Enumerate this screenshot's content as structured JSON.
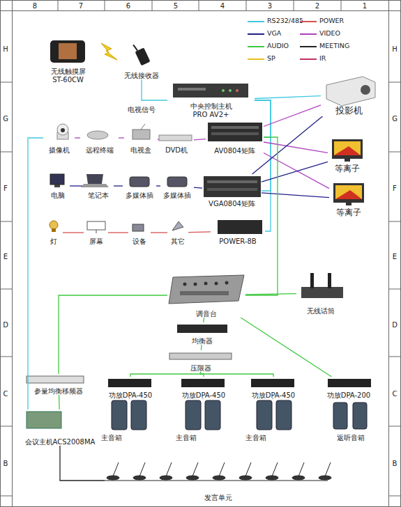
{
  "diagram": {
    "nodes": [
      {
        "text": [
          "无线触摸屏 ST-60CW"
        ]
      },
      {
        "text": [
          "无线接收器"
        ]
      },
      {
        "text": [
          "中央控制主机 PRO AV2+"
        ]
      },
      {
        "text": [
          "投影机"
        ]
      },
      {
        "text": [
          "摄像机"
        ]
      },
      {
        "text": [
          "远程终端"
        ]
      },
      {
        "text": [
          "电视盒"
        ]
      },
      {
        "text": [
          "DVD机"
        ]
      },
      {
        "text": [
          "AV0804矩阵"
        ]
      },
      {
        "text": [
          "等离子"
        ]
      },
      {
        "text": [
          "电脑"
        ]
      },
      {
        "text": [
          "笔记本"
        ]
      },
      {
        "text": [
          "多媒体插"
        ]
      },
      {
        "text": [
          "多媒体插"
        ]
      },
      {
        "text": [
          "VGA0804矩阵"
        ]
      },
      {
        "text": [
          "等离子"
        ]
      },
      {
        "text": [
          "灯"
        ]
      },
      {
        "text": [
          "屏幕"
        ]
      },
      {
        "text": [
          "设备"
        ]
      },
      {
        "text": [
          "其它"
        ]
      },
      {
        "text": [
          "POWER-8B"
        ]
      },
      {
        "text": [
          "调音台"
        ]
      },
      {
        "text": [
          "无线话筒"
        ]
      },
      {
        "text": [
          "均衡器"
        ]
      },
      {
        "text": [
          "压限器"
        ]
      },
      {
        "text": [
          "参量均衡移频器"
        ]
      },
      {
        "text": [
          "功放DPA-450"
        ]
      },
      {
        "text": [
          "功放DPA-450"
        ]
      },
      {
        "text": [
          "功放DPA-450"
        ]
      },
      {
        "text": [
          "功放DPA-200"
        ]
      },
      {
        "text": [
          "主音箱"
        ]
      },
      {
        "text": [
          "主音箱"
        ]
      },
      {
        "text": [
          "主音箱"
        ]
      },
      {
        "text": [
          "返听音箱"
        ]
      },
      {
        "text": [
          "会议主机ACS2008MA"
        ]
      },
      {
        "text": [
          "发言单元"
        ]
      }
    ],
    "edges": [
      {
        "from": 1,
        "to": 2,
        "arrow": "none"
      },
      {
        "from": 2,
        "to": 3,
        "arrow": "none"
      },
      {
        "from": 2,
        "to": 8,
        "arrow": "none"
      },
      {
        "from": 2,
        "to": 14,
        "arrow": "none"
      },
      {
        "from": 2,
        "to": 20,
        "arrow": "none"
      },
      {
        "from": 4,
        "to": 34,
        "arrow": "none"
      },
      {
        "from": 4,
        "to": 5,
        "arrow": "none"
      },
      {
        "from": 5,
        "to": 6,
        "arrow": "none"
      },
      {
        "from": 6,
        "to": 7,
        "arrow": "none"
      },
      {
        "from": 7,
        "to": 8,
        "arrow": "none"
      },
      {
        "from": 8,
        "to": 3,
        "arrow": "none"
      },
      {
        "from": 8,
        "to": 9,
        "arrow": "none"
      },
      {
        "from": 8,
        "to": 15,
        "arrow": "none"
      },
      {
        "from": 10,
        "to": 11,
        "arrow": "none"
      },
      {
        "from": 11,
        "to": 12,
        "arrow": "none"
      },
      {
        "from": 12,
        "to": 13,
        "arrow": "none"
      },
      {
        "from": 13,
        "to": 14,
        "arrow": "none"
      },
      {
        "from": 14,
        "to": 3,
        "arrow": "none"
      },
      {
        "from": 14,
        "to": 9,
        "arrow": "none"
      },
      {
        "from": 14,
        "to": 15,
        "arrow": "none"
      },
      {
        "from": 16,
        "to": 17,
        "arrow": "none"
      },
      {
        "from": 17,
        "to": 18,
        "arrow": "none"
      },
      {
        "from": 18,
        "to": 19,
        "arrow": "none"
      },
      {
        "from": 19,
        "to": 20,
        "arrow": "none"
      },
      {
        "from": 8,
        "to": 21,
        "arrow": "none"
      },
      {
        "from": 21,
        "to": 22,
        "arrow": "none"
      },
      {
        "from": 21,
        "to": 23,
        "arrow": "none"
      },
      {
        "from": 23,
        "to": 24,
        "arrow": "none"
      },
      {
        "from": 24,
        "to": 26,
        "arrow": "none"
      },
      {
        "from": 24,
        "to": 27,
        "arrow": "none"
      },
      {
        "from": 24,
        "to": 28,
        "arrow": "none"
      },
      {
        "from": 21,
        "to": 29,
        "arrow": "none"
      },
      {
        "from": 21,
        "to": 25,
        "arrow": "none"
      },
      {
        "from": 25,
        "to": 34,
        "arrow": "none"
      },
      {
        "from": 26,
        "to": 30,
        "arrow": "none"
      },
      {
        "from": 27,
        "to": 31,
        "arrow": "none"
      },
      {
        "from": 28,
        "to": 32,
        "arrow": "none"
      },
      {
        "from": 29,
        "to": 33,
        "arrow": "none"
      },
      {
        "from": 34,
        "to": 35,
        "arrow": "none"
      }
    ],
    "labels": [
      "8",
      "7",
      "6",
      "5",
      "4",
      "3",
      "2",
      "1",
      "H",
      "G",
      "F",
      "E",
      "D",
      "C",
      "B",
      "H",
      "G",
      "F",
      "E",
      "D",
      "C",
      "B",
      "电视信号"
    ],
    "legend": [
      {
        "text": "RS232/485",
        "color": "#40c8e0"
      },
      {
        "text": "POWER",
        "color": "#d85050"
      },
      {
        "text": "VGA",
        "color": "#20208a"
      },
      {
        "text": "VIDEO",
        "color": "#b040c0"
      },
      {
        "text": "AUDIO",
        "color": "#40c840"
      },
      {
        "text": "MEETING",
        "color": "#222222"
      },
      {
        "text": "SP",
        "color": "#e8c020"
      },
      {
        "text": "IR",
        "color": "#c03060"
      }
    ]
  }
}
